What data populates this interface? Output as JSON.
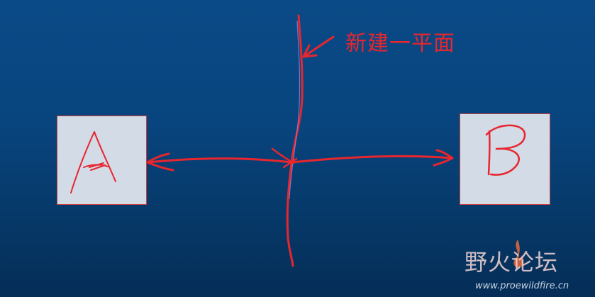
{
  "scene": {
    "background_top": "#0a4a86",
    "background_bottom": "#052d57",
    "box_fill": "#d2dbe6",
    "ink_color": "#e8262e"
  },
  "boxes": {
    "a": {
      "label": "A"
    },
    "b": {
      "label": "B"
    }
  },
  "annotation": {
    "text": "新建一平面"
  },
  "watermark": {
    "name": "野火论坛",
    "url": "www.proewildfire.cn"
  }
}
